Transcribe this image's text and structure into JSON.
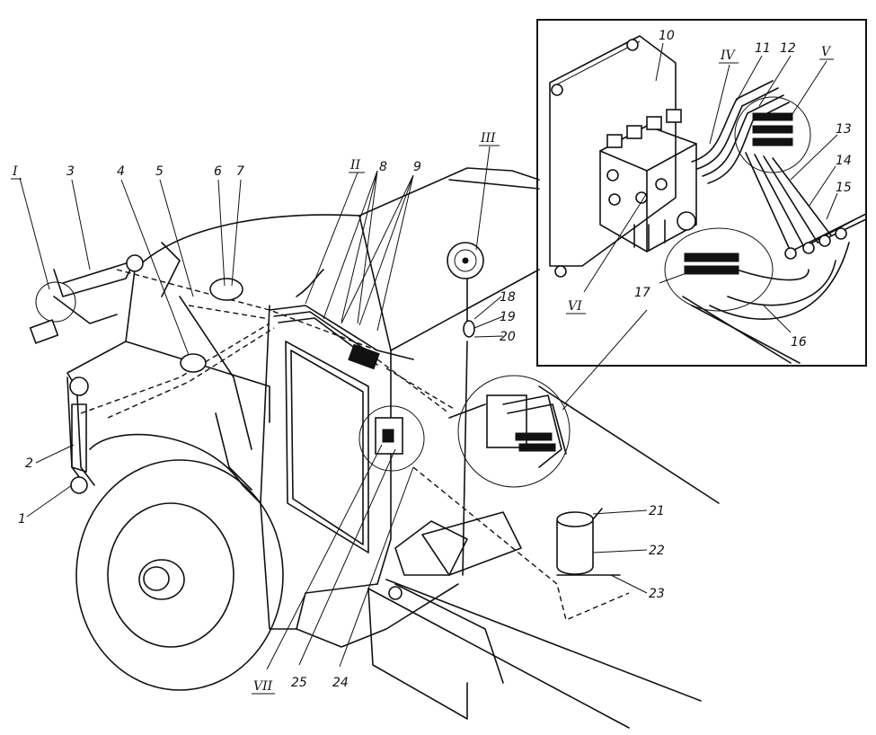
{
  "labels": {
    "n1": "1",
    "n2": "2",
    "n3": "3",
    "n4": "4",
    "n5": "5",
    "n6": "6",
    "n7": "7",
    "n8": "8",
    "n9": "9",
    "n10": "10",
    "n11": "11",
    "n12": "12",
    "n13": "13",
    "n14": "14",
    "n15": "15",
    "n16": "16",
    "n17": "17",
    "n18": "18",
    "n19": "19",
    "n20": "20",
    "n21": "21",
    "n22": "22",
    "n23": "23",
    "n24": "24",
    "n25": "25",
    "rI": "I",
    "rII": "II",
    "rIII": "III",
    "rIV": "IV",
    "rV": "V",
    "rVI": "VI",
    "rVII": "VII"
  }
}
